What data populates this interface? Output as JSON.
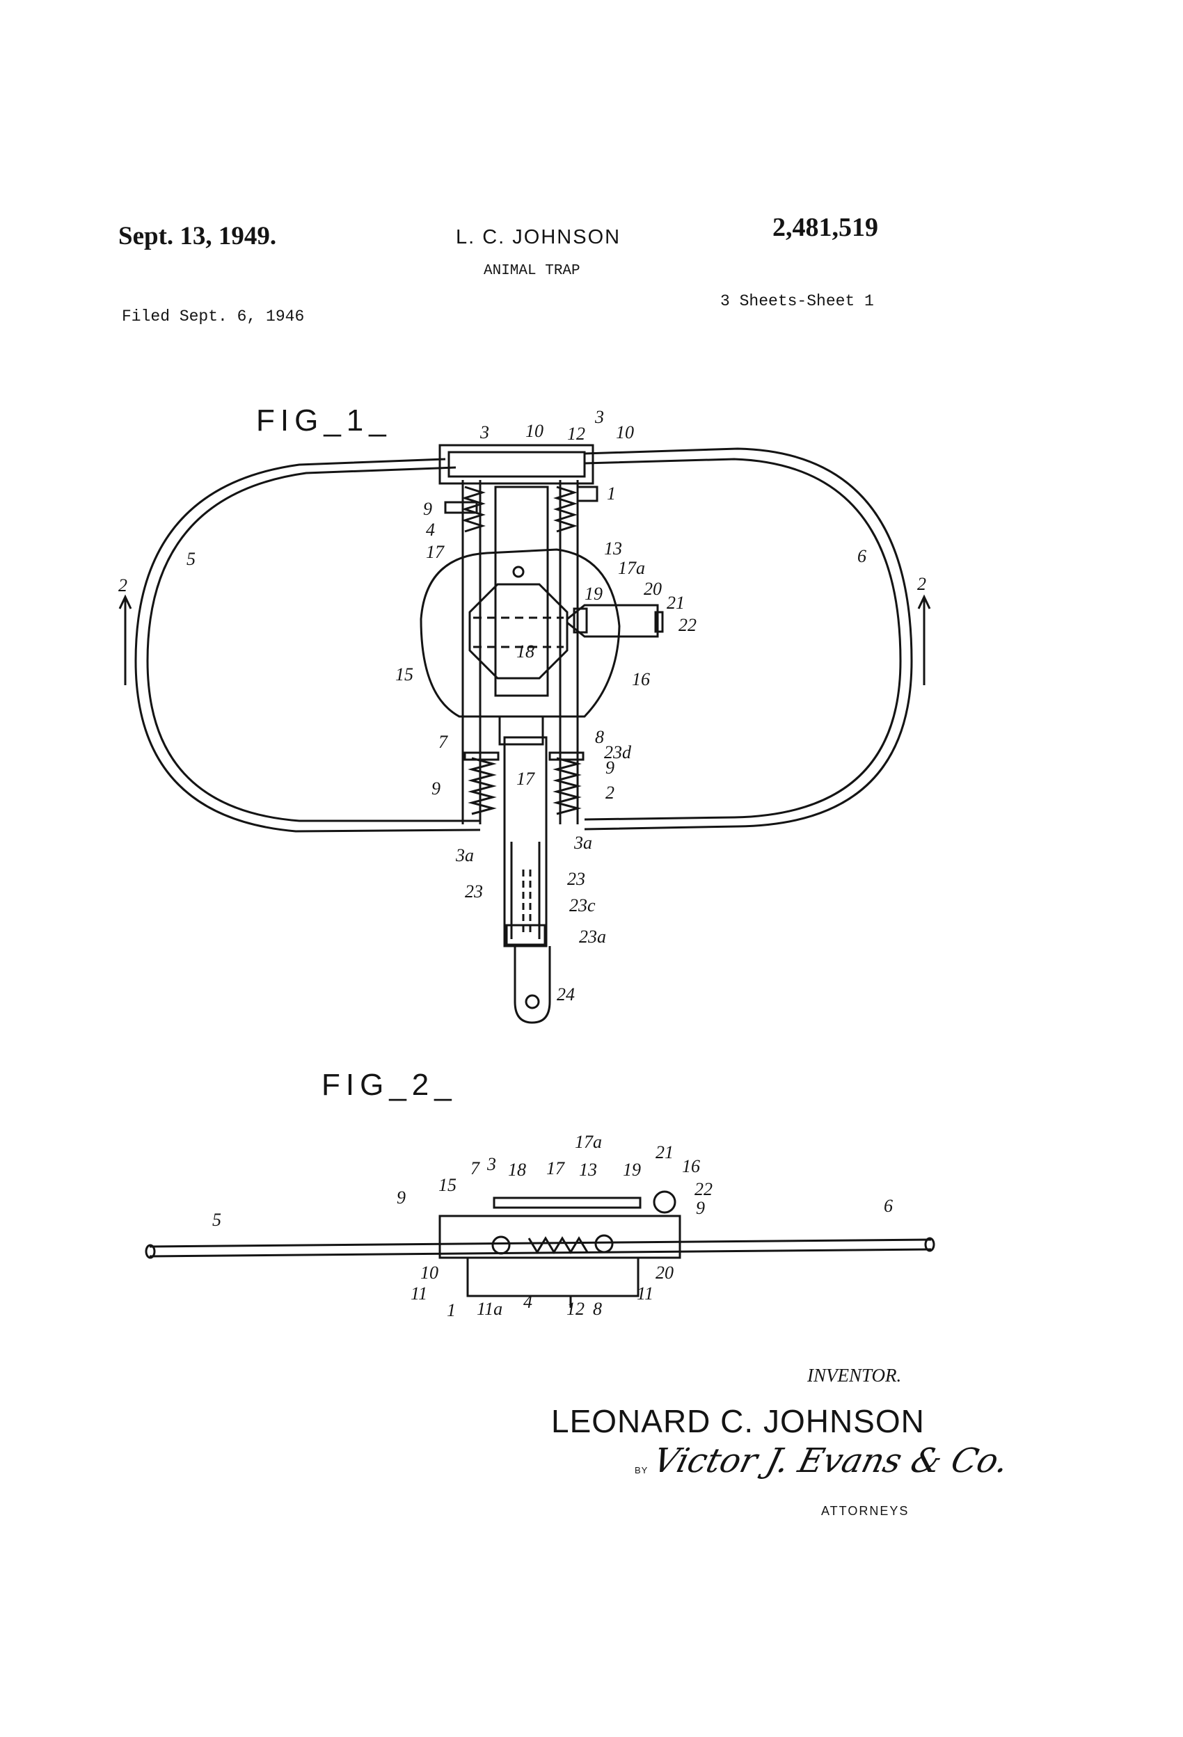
{
  "header": {
    "date": "Sept. 13, 1949.",
    "inventor_short": "L. C. JOHNSON",
    "title": "ANIMAL TRAP",
    "patent_number": "2,481,519",
    "filed": "Filed Sept. 6, 1946",
    "sheets": "3 Sheets-Sheet 1"
  },
  "figures": {
    "fig1": {
      "label": "FIG_1_",
      "refs": [
        "3",
        "10",
        "12",
        "3",
        "10",
        "9",
        "1",
        "4",
        "17",
        "13",
        "17a",
        "5",
        "6",
        "2",
        "2",
        "19",
        "20",
        "21",
        "22",
        "18",
        "15",
        "16",
        "7",
        "8",
        "23d",
        "17",
        "9",
        "9",
        "2",
        "3a",
        "3a",
        "23",
        "23",
        "23c",
        "23a",
        "24"
      ]
    },
    "fig2": {
      "label": "FIG_2_",
      "refs": [
        "17a",
        "7",
        "3",
        "18",
        "17",
        "13",
        "19",
        "21",
        "16",
        "15",
        "9",
        "22",
        "9",
        "5",
        "6",
        "10",
        "20",
        "11",
        "1",
        "11a",
        "4",
        "12",
        "8",
        "11"
      ]
    }
  },
  "signature_block": {
    "inventor_label": "INVENTOR.",
    "inventor_name": "LEONARD C. JOHNSON",
    "by_label": "BY",
    "attorney_signature": "Victor J. Evans & Co.",
    "attorneys_label": "ATTORNEYS"
  }
}
